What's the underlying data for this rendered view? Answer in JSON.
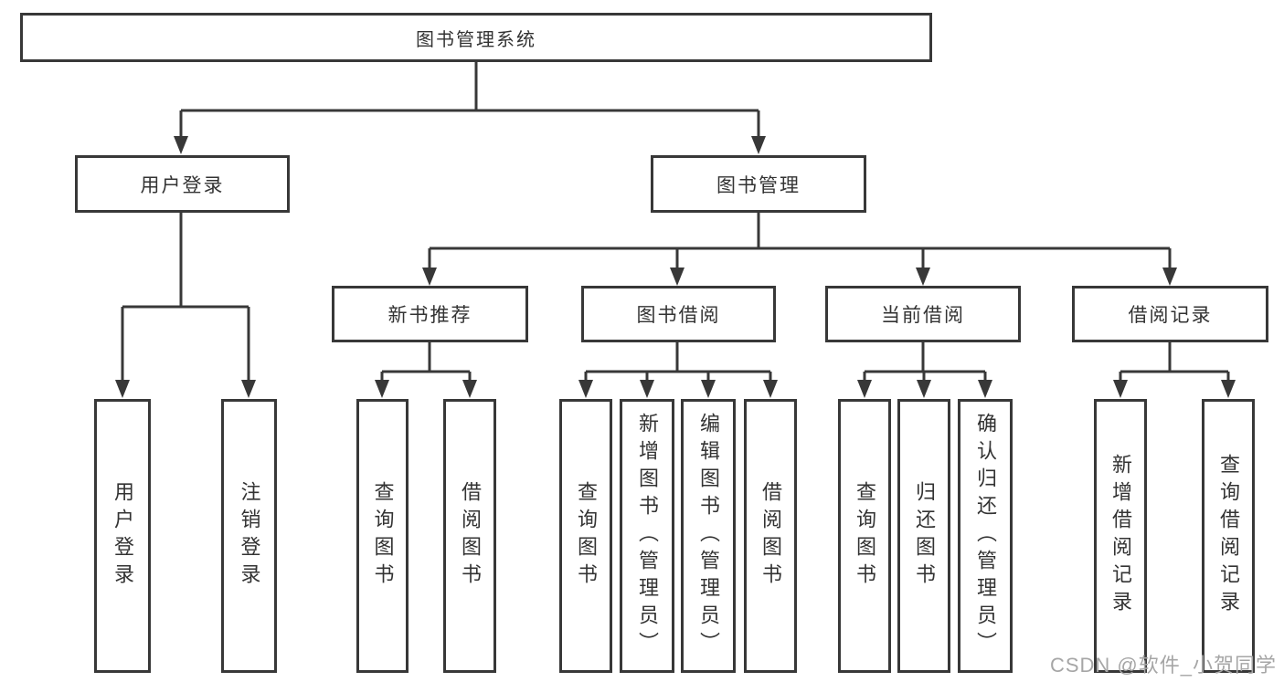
{
  "tree": {
    "label": "图书管理系统",
    "children": [
      {
        "label": "用户登录",
        "children": [
          {
            "label": "用户登录"
          },
          {
            "label": "注销登录"
          }
        ]
      },
      {
        "label": "图书管理",
        "children": [
          {
            "label": "新书推荐",
            "children": [
              {
                "label": "查询图书"
              },
              {
                "label": "借阅图书"
              }
            ]
          },
          {
            "label": "图书借阅",
            "children": [
              {
                "label": "查询图书"
              },
              {
                "label": "新增图书（管理员）"
              },
              {
                "label": "编辑图书（管理员）"
              },
              {
                "label": "借阅图书"
              }
            ]
          },
          {
            "label": "当前借阅",
            "children": [
              {
                "label": "查询图书"
              },
              {
                "label": "归还图书"
              },
              {
                "label": "确认归还（管理员）"
              }
            ]
          },
          {
            "label": "借阅记录",
            "children": [
              {
                "label": "新增借阅记录"
              },
              {
                "label": "查询借阅记录"
              }
            ]
          }
        ]
      }
    ]
  },
  "watermark": {
    "text": "CSDN @软件_小贺同学"
  },
  "colors": {
    "line": "#383838",
    "text": "#333333",
    "box-bg": "#ffffff",
    "watermark": "#a6a6a6"
  }
}
